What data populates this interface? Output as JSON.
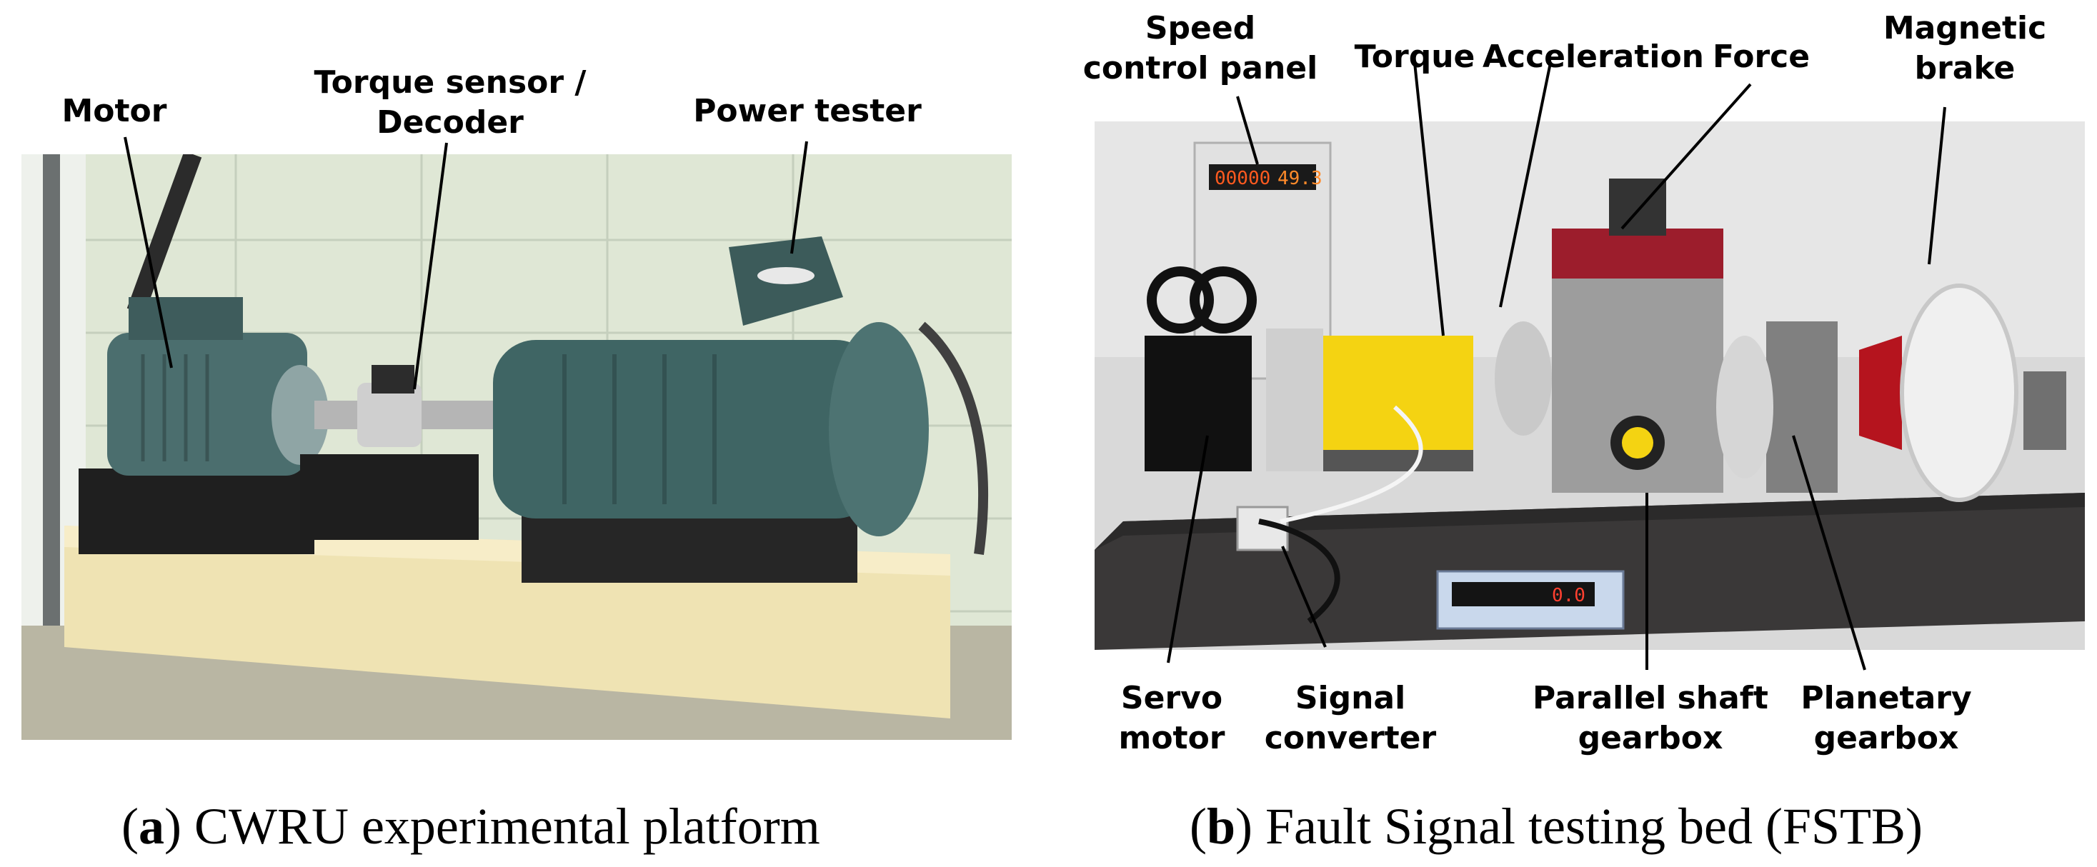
{
  "panel_a": {
    "labels": {
      "motor": "Motor",
      "torque_sensor": "Torque sensor /\nDecoder",
      "power_tester": "Power tester"
    },
    "caption": {
      "letter": "a",
      "text": "CWRU experimental platform"
    }
  },
  "panel_b": {
    "labels": {
      "speed_panel": "Speed\ncontrol panel",
      "torque": "Torque",
      "acceleration": "Acceleration",
      "force": "Force",
      "magnetic_brake": "Magnetic\nbrake",
      "servo_motor": "Servo\nmotor",
      "signal_converter": "Signal\nconverter",
      "parallel_gearbox": "Parallel shaft\ngearbox",
      "planetary_gearbox": "Planetary\ngearbox"
    },
    "display_left": "00000",
    "display_right": "49.3",
    "meter_reading": "0.0",
    "caption": {
      "letter": "b",
      "text": "Fault Signal testing bed (FSTB)"
    }
  }
}
